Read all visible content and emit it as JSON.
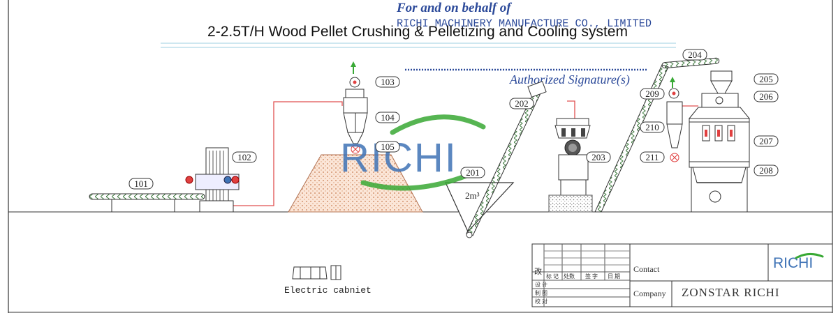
{
  "stamp": {
    "line1": "For and on behalf of",
    "line2": "RICHI MACHINERY MANUFACTURE CO., LIMITED",
    "signature": "Authorized Signature(s)"
  },
  "title": "2-2.5T/H Wood Pellet Crushing & Pelletizing and Cooling system",
  "watermark": {
    "text": "RICHI",
    "color_blue": "#3f73b6",
    "color_green": "#39a935"
  },
  "labels": [
    {
      "id": "101",
      "text": "101"
    },
    {
      "id": "102",
      "text": "102"
    },
    {
      "id": "103",
      "text": "103"
    },
    {
      "id": "104",
      "text": "104"
    },
    {
      "id": "105",
      "text": "105"
    },
    {
      "id": "201",
      "text": "201"
    },
    {
      "id": "202",
      "text": "202"
    },
    {
      "id": "203",
      "text": "203"
    },
    {
      "id": "204",
      "text": "204"
    },
    {
      "id": "205",
      "text": "205"
    },
    {
      "id": "206",
      "text": "206"
    },
    {
      "id": "207",
      "text": "207"
    },
    {
      "id": "208",
      "text": "208"
    },
    {
      "id": "209",
      "text": "209"
    },
    {
      "id": "210",
      "text": "210"
    },
    {
      "id": "211",
      "text": "211"
    }
  ],
  "hopper_text": "2m³",
  "cabinet_label": "Electric cabniet",
  "title_block": {
    "contact_label": "Contact",
    "company_label": "Company",
    "company_value": "ZONSTAR RICHI",
    "logo": "RICHI",
    "gai": "改",
    "header_cells": [
      "标 记",
      "处数",
      "签 字",
      "日 期"
    ],
    "rows": [
      "设 计",
      "制 图",
      "校 对"
    ]
  },
  "colors": {
    "line": "#333333",
    "pipe": "#e05050",
    "conveyor": "#4f8f4f",
    "sawdust": "#e8b99a",
    "blue": "#3f73b6",
    "green": "#39a935",
    "stamp": "#2c4a9a"
  }
}
